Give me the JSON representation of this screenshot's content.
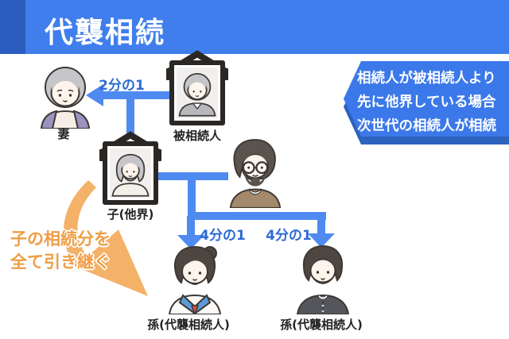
{
  "header": {
    "title": "代襲相続"
  },
  "callout": {
    "line1": "相続人が被相続人より",
    "line2": "先に他界している場合",
    "line3": "次世代の相続人が相続"
  },
  "labels": {
    "wife": "妻",
    "decedent": "被相続人",
    "child": "子(他界)",
    "grandchild_left": "孫(代襲相続人)",
    "grandchild_right": "孫(代襲相続人)"
  },
  "shares": {
    "wife": "2分の1",
    "grandchild_left": "4分の1",
    "grandchild_right": "4分の1"
  },
  "note": {
    "line1": "子の相続分を",
    "line2": "全て引き継ぐ"
  },
  "colors": {
    "header_bg": "#3f7eec",
    "header_stripe": "#2a5dbe",
    "callout_bg": "#3b78e9",
    "callout_shadow": "#2d62bd",
    "arrow_blue": "#4f8af0",
    "share_text_blue": "#2e6bd4",
    "note_text_orange": "#ef9d45",
    "note_arrow_orange": "#f4b168"
  }
}
